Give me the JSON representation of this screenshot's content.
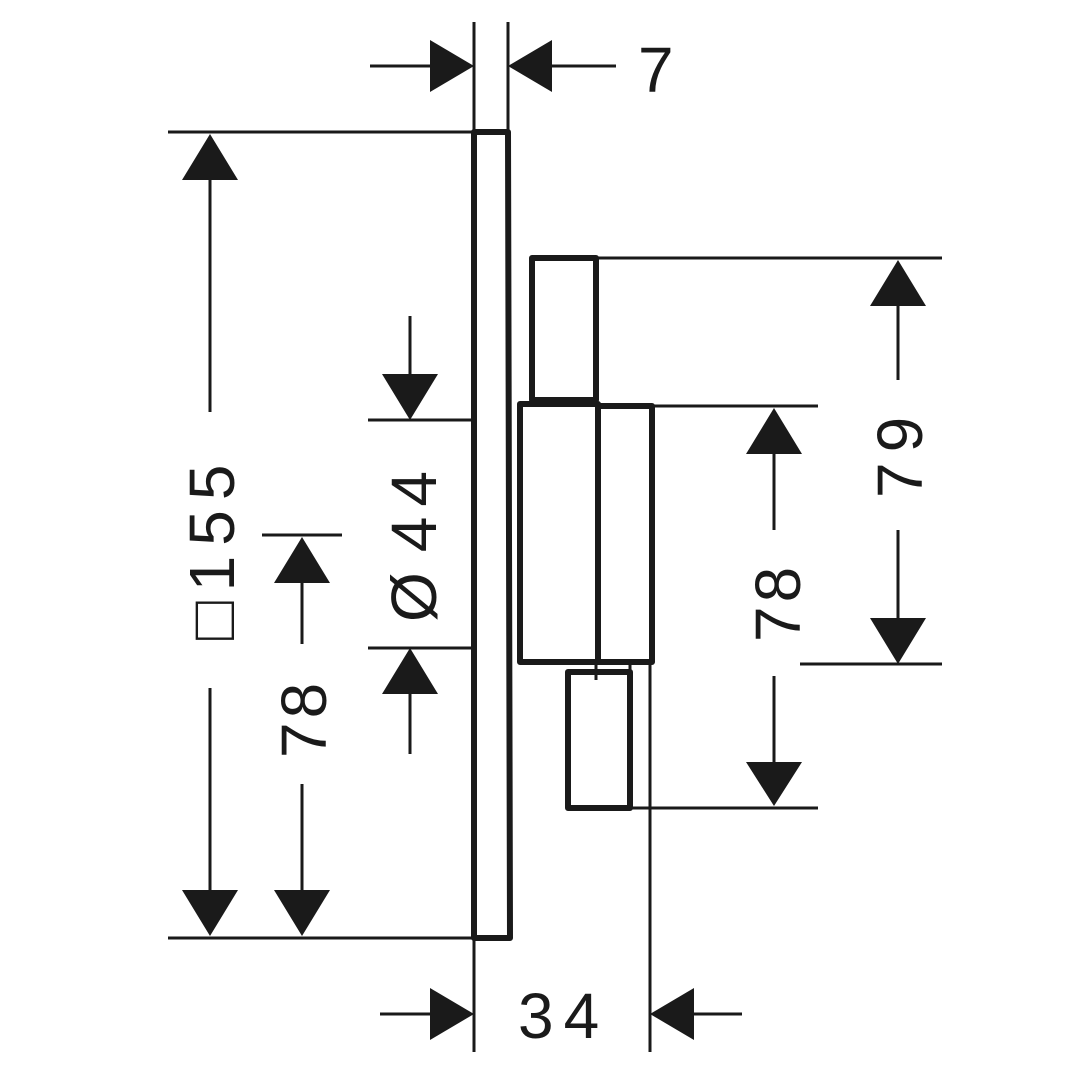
{
  "drawing": {
    "dimensions": {
      "plate_thickness": "7",
      "plate_square": "155",
      "plate_square_symbol": "□",
      "plate_center_height": "78",
      "hole_diameter": "44",
      "hole_diameter_symbol": "Ø",
      "body_height": "79",
      "body_center_height": "78",
      "projection_depth": "34"
    },
    "colors": {
      "line": "#1a1a1a",
      "background": "#ffffff"
    }
  }
}
